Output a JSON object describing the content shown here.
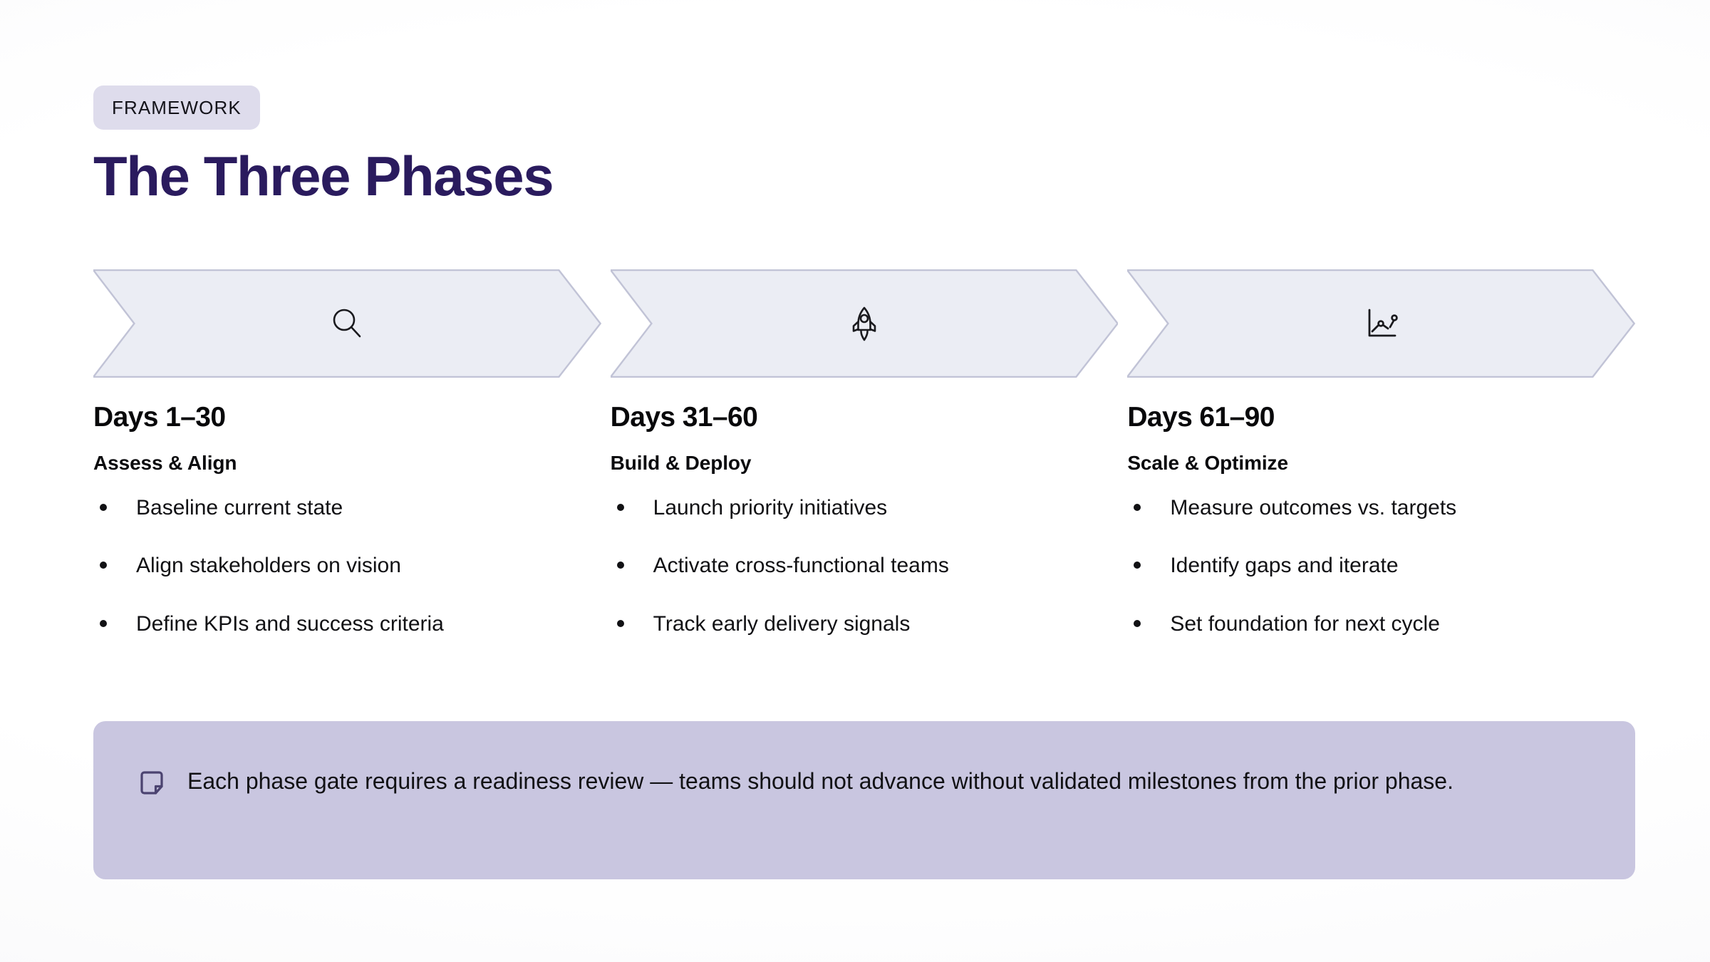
{
  "header": {
    "badge_label": "FRAMEWORK",
    "title": "The Three Phases"
  },
  "banners": [
    {
      "icon": "search-icon"
    },
    {
      "icon": "rocket-icon"
    },
    {
      "icon": "line-chart-icon"
    }
  ],
  "phases": [
    {
      "days": "Days 1–30",
      "subtitle": "Assess & Align",
      "bullets": [
        "Baseline current state",
        "Align stakeholders on vision",
        "Define KPIs and success criteria"
      ]
    },
    {
      "days": "Days 31–60",
      "subtitle": "Build & Deploy",
      "bullets": [
        "Launch priority initiatives",
        "Activate cross-functional teams",
        "Track early delivery signals"
      ]
    },
    {
      "days": "Days 61–90",
      "subtitle": "Scale & Optimize",
      "bullets": [
        "Measure outcomes vs. targets",
        "Identify gaps and iterate",
        "Set foundation for next cycle"
      ]
    }
  ],
  "callout": {
    "icon": "note-icon",
    "text": "Each phase gate requires a readiness review — teams should not advance without validated milestones from the prior phase."
  },
  "colors": {
    "page_background": "#FFFFFF",
    "badge_background": "#DEDCEC",
    "title_text": "#2A1B5E",
    "banner_fill": "#EBEDF4",
    "banner_border": "#C1C3D6",
    "callout_background": "#C9C6E0",
    "callout_icon": "#4B4370",
    "body_text": "#111114"
  }
}
